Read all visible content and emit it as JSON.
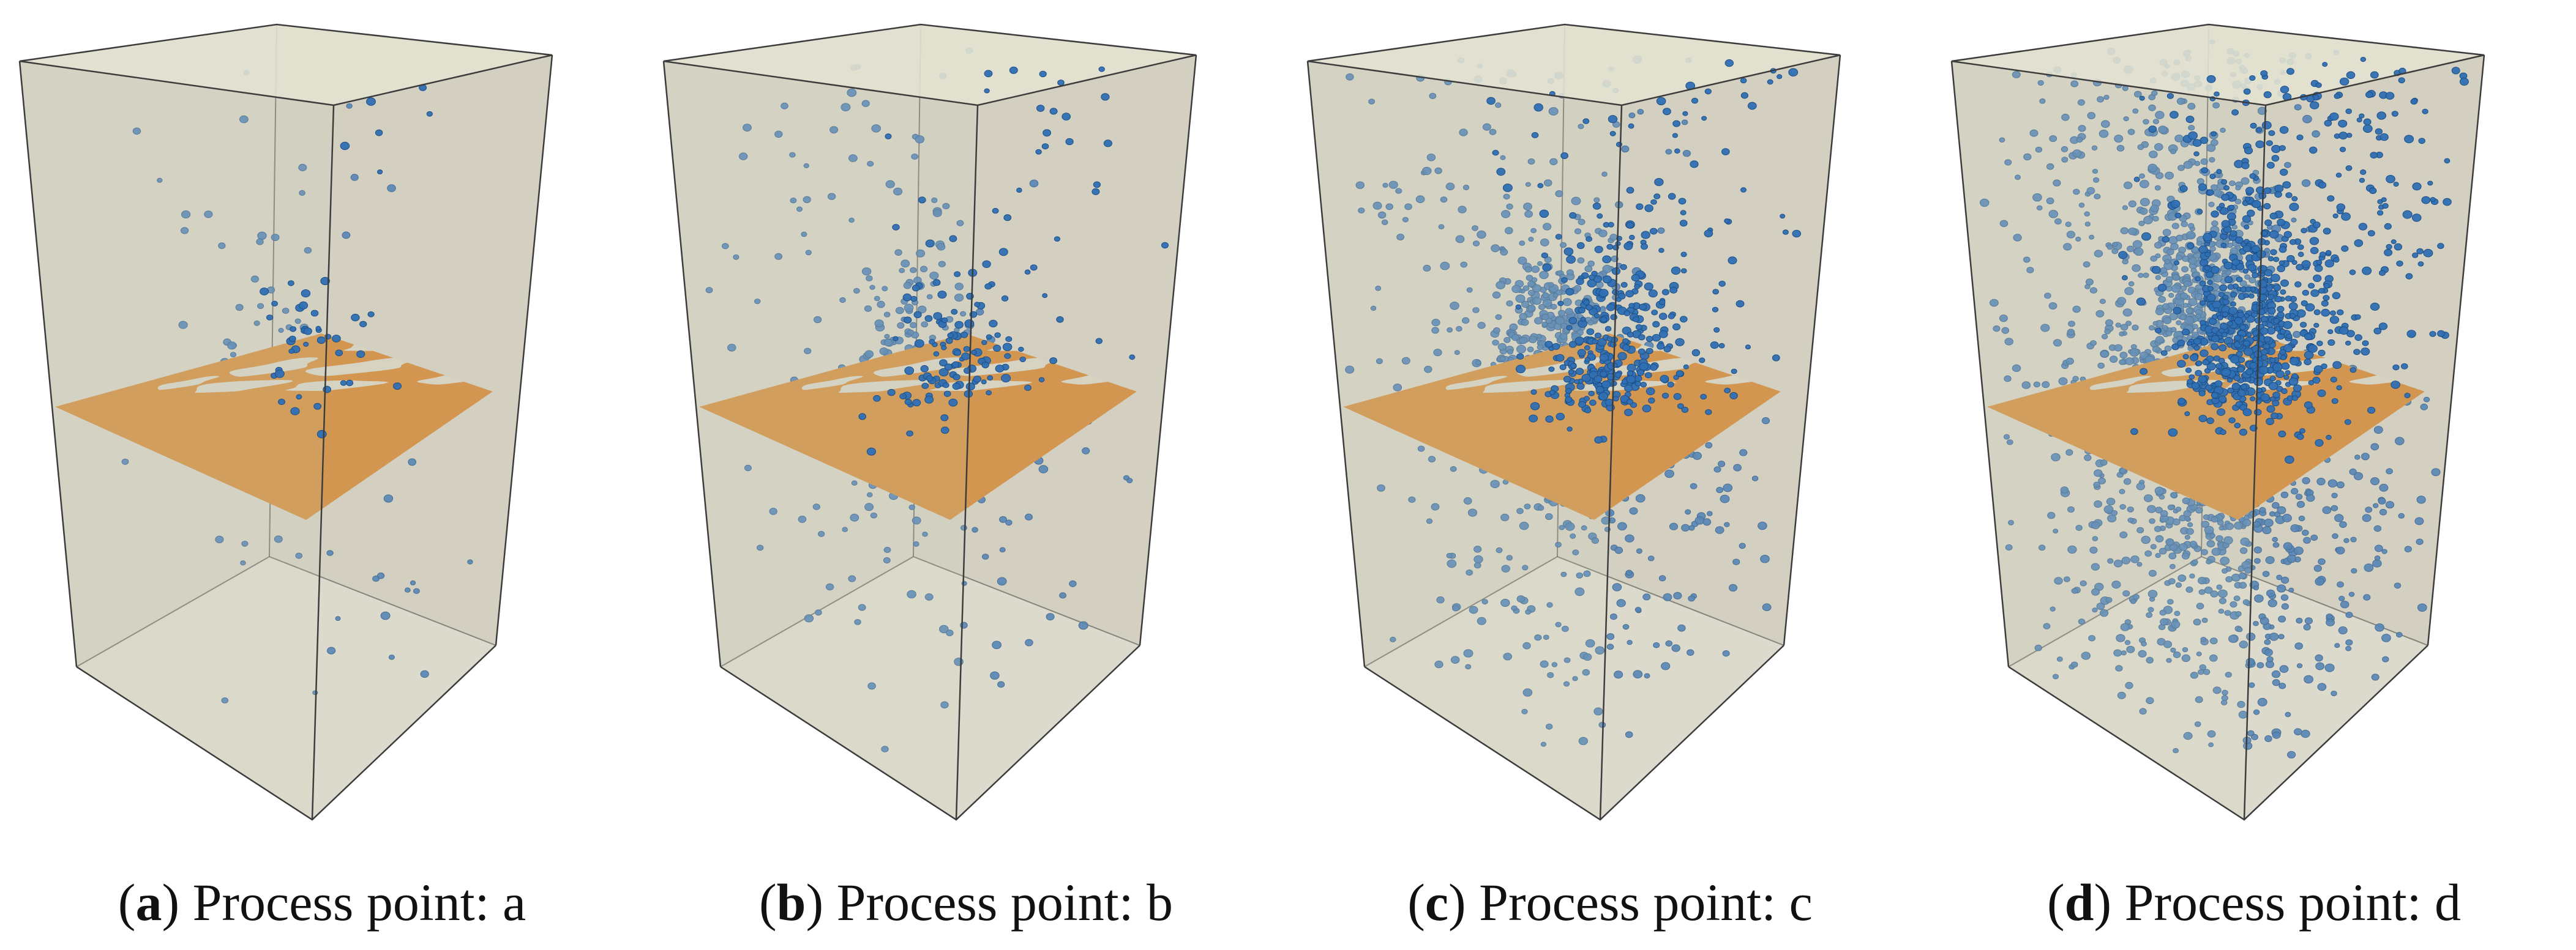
{
  "panels": [
    {
      "letter": "a",
      "caption": "Process point: a",
      "particle_level": 0.04
    },
    {
      "letter": "b",
      "caption": "Process point: b",
      "particle_level": 0.18
    },
    {
      "letter": "c",
      "caption": "Process point: c",
      "particle_level": 0.45
    },
    {
      "letter": "d",
      "caption": "Process point: d",
      "particle_level": 1.0
    }
  ],
  "colors": {
    "box_fill": "#cfcdbc",
    "box_top": "#e3e2d2",
    "box_edge": "#3c3c3c",
    "slice": "#d3852c",
    "particle": "#2f6fb3",
    "particle_dark": "#1d4f86"
  }
}
